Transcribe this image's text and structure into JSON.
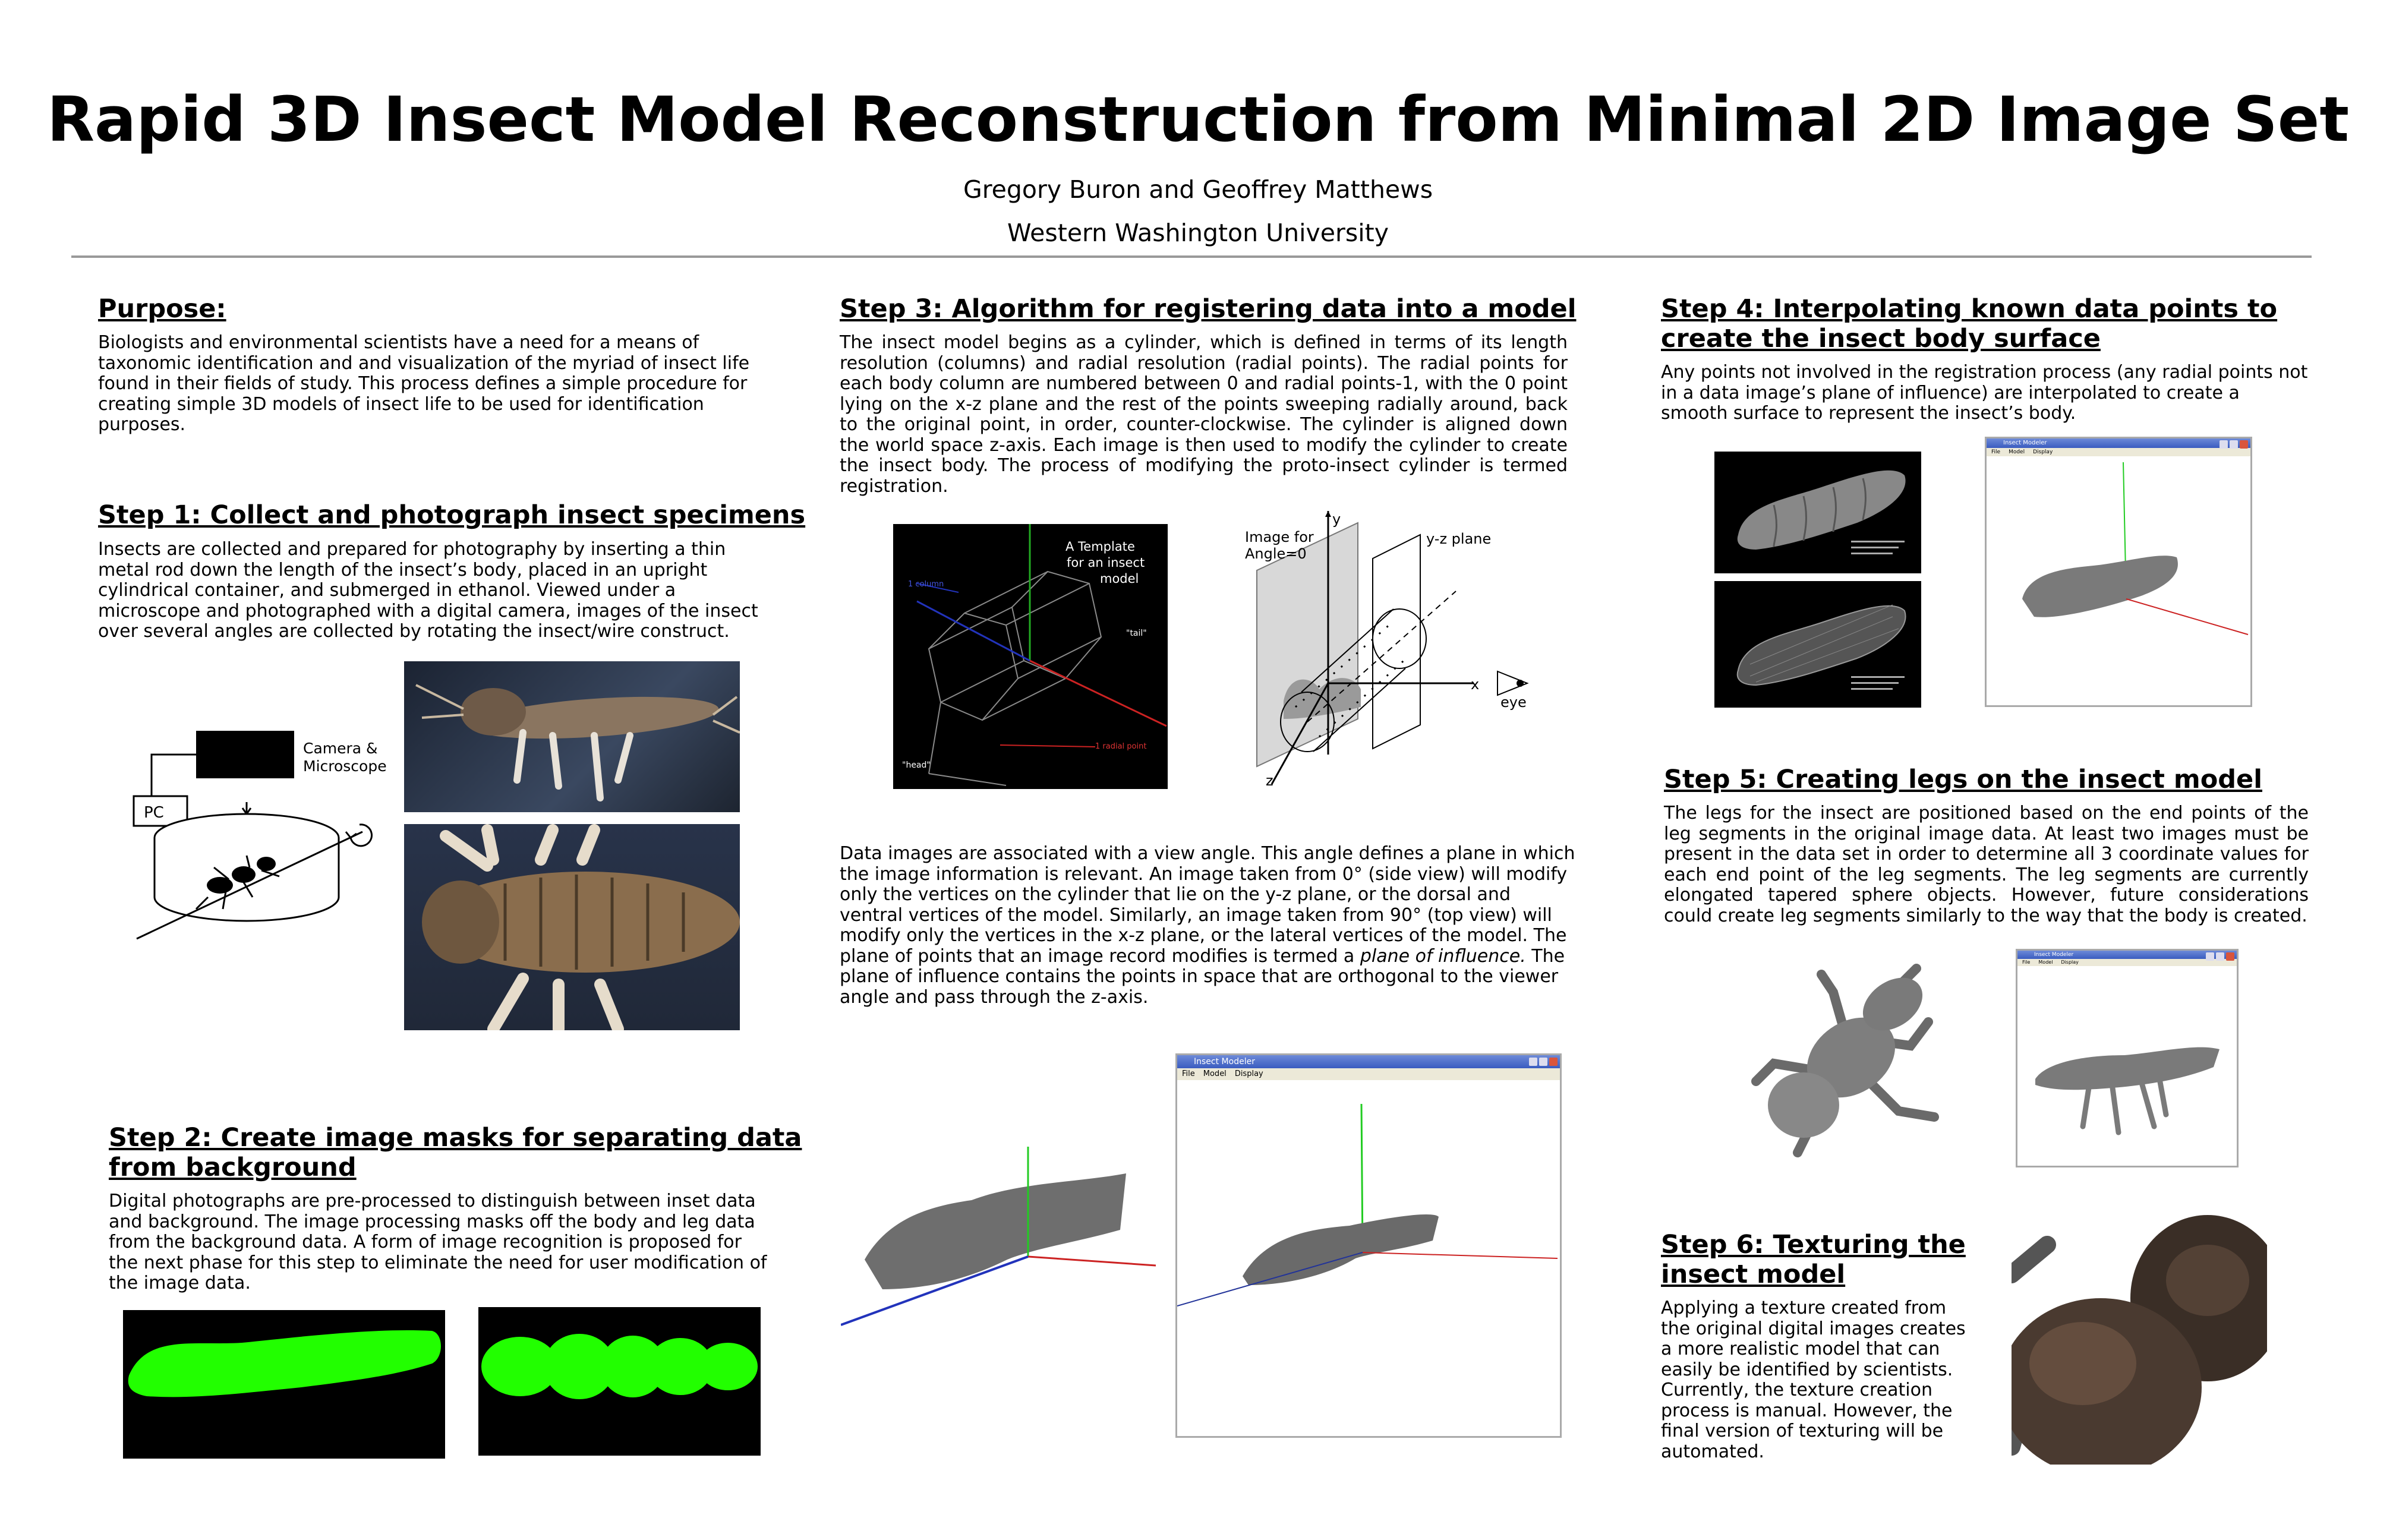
{
  "header": {
    "title": "Rapid 3D Insect Model Reconstruction from Minimal 2D Image Set",
    "authors": "Gregory Buron and Geoffrey Matthews",
    "affiliation": "Western Washington University"
  },
  "purpose": {
    "heading": "Purpose:",
    "text": "Biologists and environmental scientists have a need for a means of taxonomic identification and and visualization of the myriad of insect life found in their fields of study.  This process defines a simple procedure for creating simple 3D models of insect life to be used for identification purposes."
  },
  "step1": {
    "heading": "Step 1:  Collect and photograph insect specimens",
    "text": "Insects are collected and prepared for photography by inserting a thin metal rod down the length of the insect’s body, placed in an upright cylindrical container, and submerged in ethanol. Viewed under a microscope and photographed with a  digital camera, images of the insect over several angles are collected by rotating the insect/wire construct.",
    "diagram_camera_label_1": "Camera &",
    "diagram_camera_label_2": "Microscope",
    "diagram_pc_label": "PC"
  },
  "step2": {
    "heading_1": "Step 2:  Create image masks for separating data",
    "heading_2": "from background",
    "text": "Digital photographs are pre-processed to distinguish between inset data and background.  The image processing masks off the body and leg data from the background data.  A form of image recognition is proposed for the next phase for this step to eliminate the need for user modification of the image data."
  },
  "step3": {
    "heading": "Step 3:  Algorithm for registering data into a model",
    "text": "The insect model begins as a cylinder, which is defined in terms of its length resolution (columns) and radial resolution (radial points).  The radial points for each body column are numbered between 0 and radial points-1, with the 0 point lying on the x-z plane and the rest of the points sweeping radially around, back to the original point, in order, counter-clockwise.  The cylinder is aligned down the world space z-axis.  Each image is then used to modify the cylinder to create the insect body.  The process of modifying the proto-insect cylinder is termed registration.",
    "template_label_1": "A  Template",
    "template_label_2": "for an insect",
    "template_label_3": "model",
    "template_tail": "\"tail\"",
    "template_head": "\"head\"",
    "template_column": "1 column",
    "template_radial": "1 radial point",
    "plane_label_1": "Image for",
    "plane_label_2": "Angle=0",
    "plane_yz": "y-z plane",
    "axis_y": "y",
    "axis_x": "x",
    "axis_z": "z",
    "eye_label": "eye",
    "text2_a": "Data images are associated with a view angle.  This angle defines a plane in which the image information is relevant.  An image taken from 0° (side view) will modify only the vertices on the cylinder that lie on the y-z plane, or the dorsal and ventral vertices of the model.  Similarly, an image taken from 90° (top view) will modify only the vertices in the x-z plane, or the lateral vertices of the model.  The plane of points that an image record modifies is termed a ",
    "text2_em": "plane of influence.",
    "text2_b": "  The plane of influence contains the points in space that are orthogonal to the viewer angle and pass through the z-axis.",
    "window_title": "Insect Modeler",
    "menu": [
      "File",
      "Model",
      "Display"
    ]
  },
  "step4": {
    "heading_1": "Step 4:  Interpolating known data points to",
    "heading_2": "create the insect body surface",
    "text": "Any points not involved in the registration process (any radial points not in a data image’s plane of influence) are interpolated to create a smooth surface to represent the insect’s body."
  },
  "step5": {
    "heading": "Step 5:  Creating legs on the insect model",
    "text": "The legs for the insect are positioned based on the end points of the leg segments in the original image data.  At least two images must be present in the data set in order to determine all 3 coordinate values for each end point of the leg segments.  The leg segments are currently elongated tapered sphere objects.  However, future considerations could create leg segments similarly to the way that the body is created."
  },
  "step6": {
    "heading_1": "Step 6:  Texturing the",
    "heading_2": "insect model",
    "text": "Applying a texture created from the original digital images creates a more realistic model that can easily be identified by scientists.  Currently, the texture creation process is manual.  However, the final version of texturing will be automated."
  },
  "colors": {
    "mask_green": "#22ff00",
    "axis_green": "#22cc22",
    "axis_red": "#cc2222",
    "axis_blue": "#2233bb",
    "model_gray": "#7a7a7a"
  }
}
